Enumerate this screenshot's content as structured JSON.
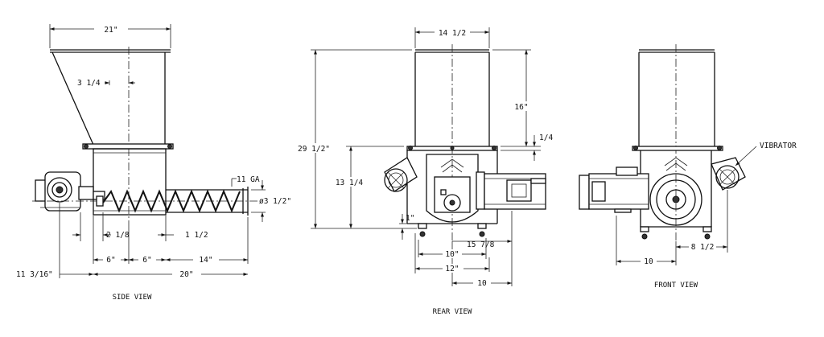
{
  "views": {
    "side": "SIDE VIEW",
    "rear": "REAR VIEW",
    "front": "FRONT VIEW"
  },
  "side_dims": {
    "top_width": "21\"",
    "offset": "3 1/4",
    "gauge": "11 GA",
    "tube_dia": "ø3 1/2\"",
    "a": "2 1/8",
    "b": "1 1/2",
    "c": "6\"",
    "d": "6\"",
    "e": "14\"",
    "f": "11 3/16\"",
    "g": "20\""
  },
  "rear_dims": {
    "top_width": "14 1/2",
    "hopper_height": "16\"",
    "flange": "1/4",
    "overall_height": "29 1/2\"",
    "body_height": "13 1/4",
    "foot": "1\"",
    "a": "15 7/8",
    "b": "10\"",
    "c": "12\"",
    "d": "10"
  },
  "front_dims": {
    "vibrator": "VIBRATOR",
    "a": "10",
    "b": "8 1/2"
  }
}
